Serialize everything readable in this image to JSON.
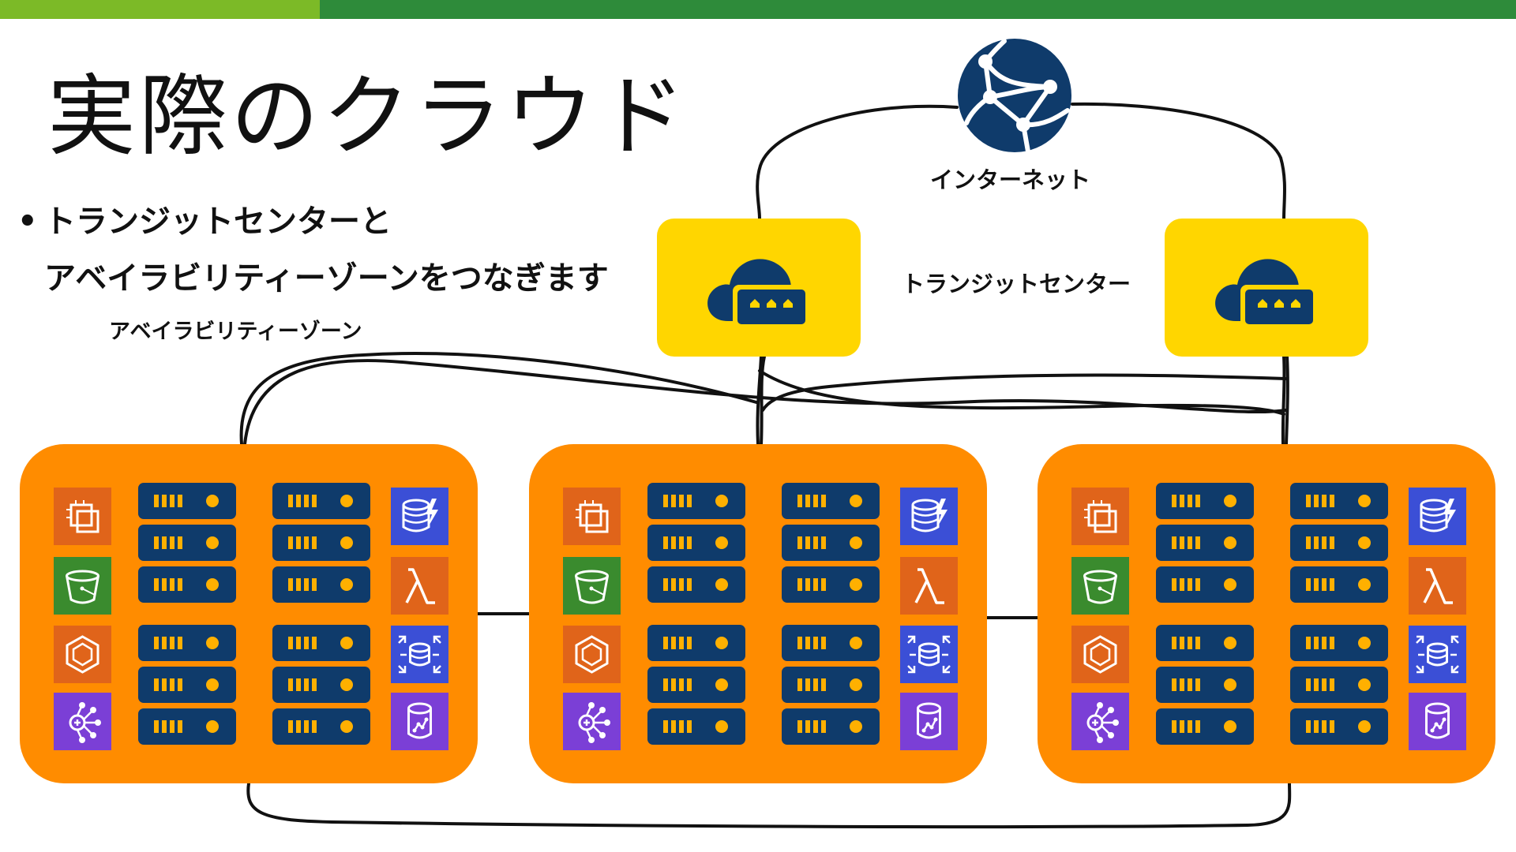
{
  "colors": {
    "top_bar_light": "#7cba27",
    "top_bar_dark": "#2e8b3a",
    "zone_orange": "#ff8c00",
    "transit_yellow": "#ffd600",
    "navy": "#0f3b6b",
    "server_accent": "#ffb000"
  },
  "title": "実際のクラウド",
  "bullet": {
    "line1": "トランジットセンターと",
    "line2": "アベイラビリティーゾーンをつなぎます"
  },
  "labels": {
    "availability_zone": "アベイラビリティーゾーン",
    "internet": "インターネット",
    "transit_center": "トランジットセンター"
  },
  "icons": {
    "internet": "globe-network-icon",
    "transit_center": "cloud-gateway-icon",
    "zone_left_column": [
      "ec2-compute-icon",
      "s3-bucket-icon",
      "ecs-container-icon",
      "neptune-graph-icon"
    ],
    "zone_right_column": [
      "dynamodb-icon",
      "lambda-icon",
      "database-migration-icon",
      "rds-database-icon"
    ]
  },
  "zones": [
    {
      "id": "az-1"
    },
    {
      "id": "az-2"
    },
    {
      "id": "az-3"
    }
  ]
}
